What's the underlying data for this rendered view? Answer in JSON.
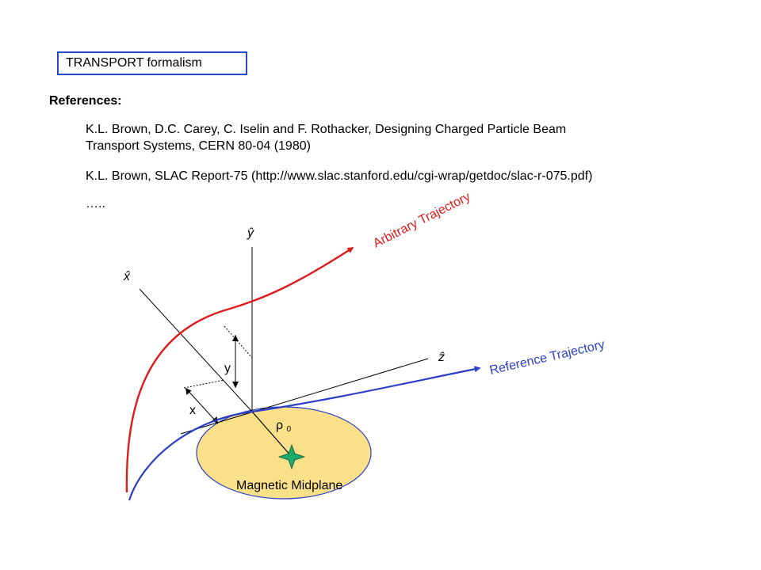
{
  "title_box": {
    "text": "TRANSPORT formalism"
  },
  "references": {
    "heading": "References:",
    "items": [
      {
        "line1": "K.L. Brown, D.C. Carey, C. Iselin and F. Rothacker, Designing Charged Particle Beam",
        "line2": "Transport Systems, CERN 80-04 (1980)"
      },
      {
        "line1": "K.L. Brown, SLAC Report-75 (http://www.slac.stanford.edu/cgi-wrap/getdoc/slac-r-075.pdf)"
      }
    ],
    "ellipsis": "….."
  },
  "diagram": {
    "arbitrary_trajectory_label": "Arbitrary Trajectory",
    "reference_trajectory_label": "Reference Trajectory",
    "axis_x_label": "x̂",
    "axis_y_label": "ŷ",
    "axis_z_label": "ẑ",
    "x_offset_label": "x",
    "y_offset_label": "y",
    "rho_label": "ρ",
    "rho_subscript": "0",
    "midplane_label": "Magnetic Midplane",
    "colors": {
      "arbitrary": "#e01b1b",
      "reference": "#2b3fc8",
      "midplane_fill": "#fbe08a",
      "midplane_stroke": "#2b3fc8",
      "center_marker": "#1bab6b"
    }
  }
}
